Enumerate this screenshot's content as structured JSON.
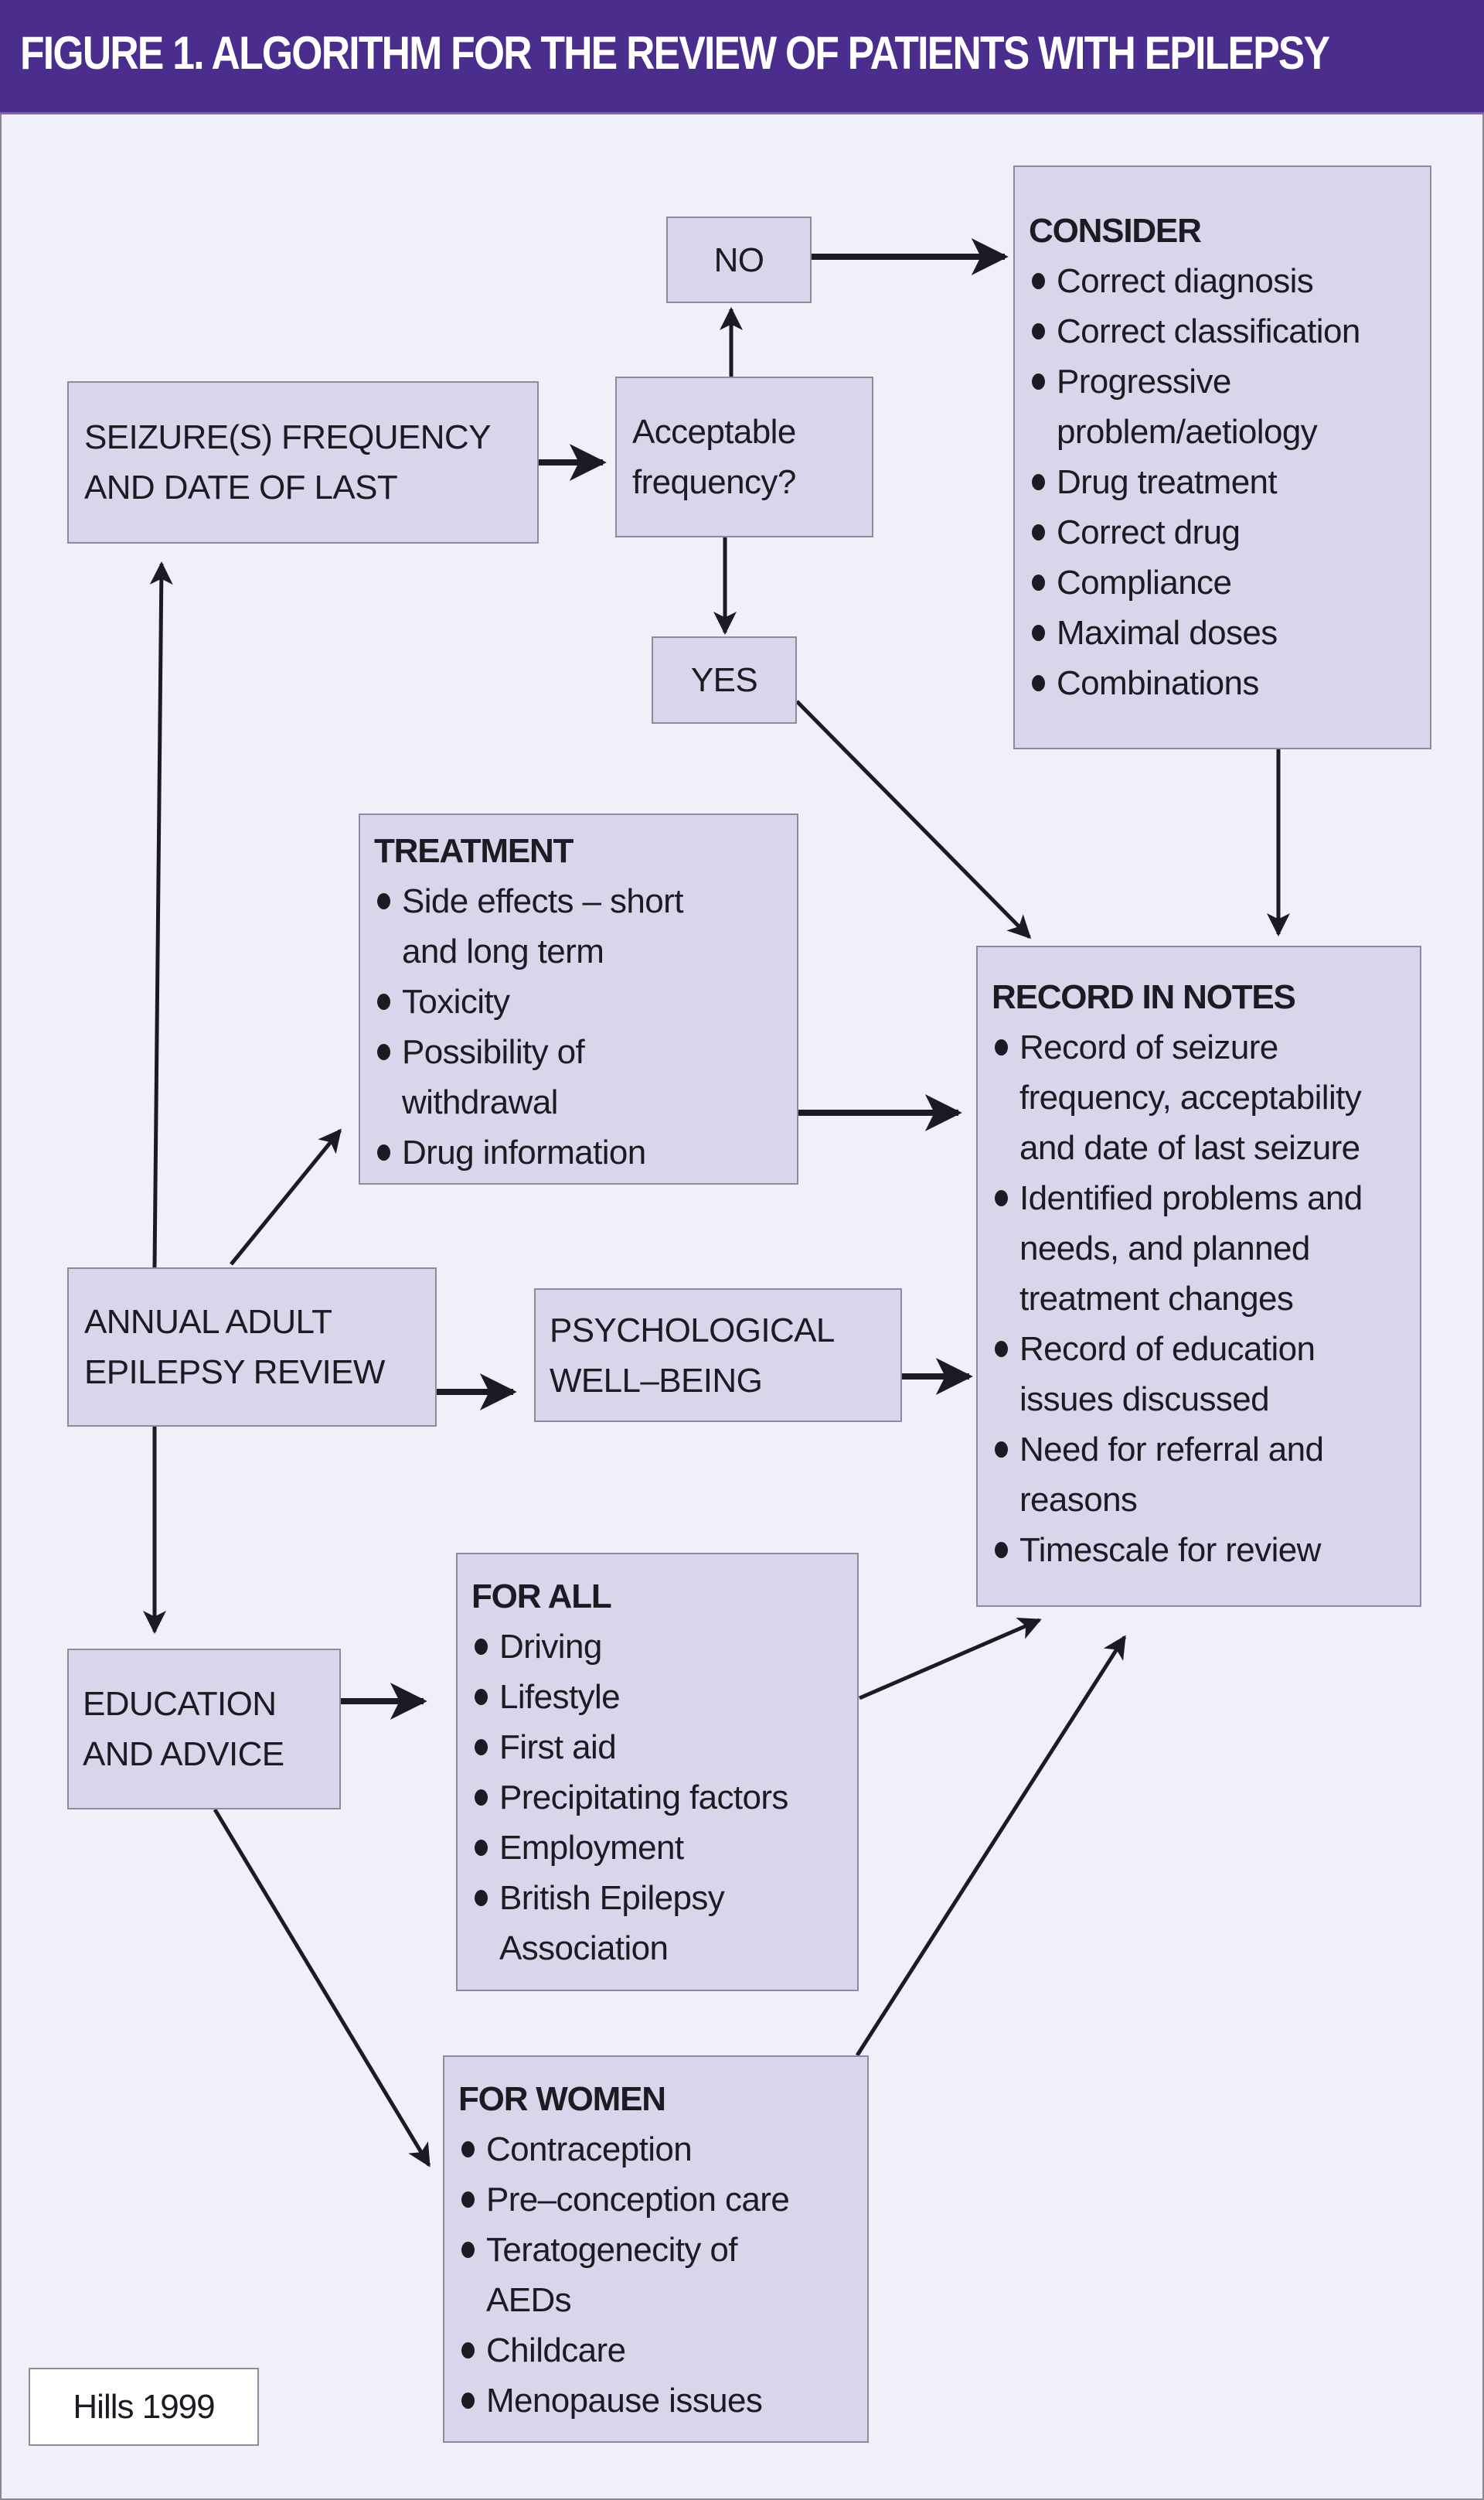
{
  "header": {
    "title": "FIGURE 1. ALGORITHM FOR THE REVIEW OF PATIENTS WITH EPILEPSY"
  },
  "colors": {
    "header_bg": "#4a2d8c",
    "box_fill": "#dad5ea",
    "background": "#f1eff8",
    "arrow": "#1c1a22"
  },
  "nodes": {
    "seizure_frequency": {
      "lines": [
        "SEIZURE(S) FREQUENCY",
        "AND DATE OF LAST"
      ]
    },
    "acceptable_frequency": {
      "lines": [
        "Acceptable",
        "frequency?"
      ]
    },
    "no": {
      "label": "NO"
    },
    "yes": {
      "label": "YES"
    },
    "consider": {
      "title": "CONSIDER",
      "items": [
        "Correct diagnosis",
        "Correct classification",
        "Progressive problem/aetiology",
        "Drug treatment",
        "Correct drug",
        "Compliance",
        "Maximal doses",
        "Combinations"
      ]
    },
    "treatment": {
      "title": "TREATMENT",
      "items": [
        "Side effects – short and long term",
        "Toxicity",
        "Possibility of withdrawal",
        "Drug information"
      ]
    },
    "record_in_notes": {
      "title": "RECORD IN NOTES",
      "items": [
        "Record of seizure frequency, acceptability and date of last seizure",
        "Identified problems and needs, and planned treatment changes",
        "Record of education issues discussed",
        "Need for referral and reasons",
        "Timescale for review"
      ]
    },
    "annual_review": {
      "lines": [
        "ANNUAL ADULT",
        "EPILEPSY REVIEW"
      ]
    },
    "psychological": {
      "lines": [
        "PSYCHOLOGICAL",
        "WELL–BEING"
      ]
    },
    "education": {
      "lines": [
        "EDUCATION",
        "AND ADVICE"
      ]
    },
    "for_all": {
      "title": "FOR ALL",
      "items": [
        "Driving",
        "Lifestyle",
        "First aid",
        "Precipitating factors",
        "Employment",
        "British Epilepsy Association"
      ]
    },
    "for_women": {
      "title": "FOR WOMEN",
      "items": [
        "Contraception",
        "Pre–conception care",
        "Teratogenecity of AEDs",
        "Childcare",
        "Menopause issues"
      ]
    }
  },
  "edges": [
    {
      "from": "seizure_frequency",
      "to": "acceptable_frequency"
    },
    {
      "from": "acceptable_frequency",
      "to": "no"
    },
    {
      "from": "no",
      "to": "consider"
    },
    {
      "from": "acceptable_frequency",
      "to": "yes"
    },
    {
      "from": "yes",
      "to": "record_in_notes"
    },
    {
      "from": "consider",
      "to": "record_in_notes"
    },
    {
      "from": "annual_review",
      "to": "seizure_frequency"
    },
    {
      "from": "annual_review",
      "to": "treatment"
    },
    {
      "from": "treatment",
      "to": "record_in_notes"
    },
    {
      "from": "annual_review",
      "to": "psychological"
    },
    {
      "from": "psychological",
      "to": "record_in_notes"
    },
    {
      "from": "annual_review",
      "to": "education"
    },
    {
      "from": "education",
      "to": "for_all"
    },
    {
      "from": "for_all",
      "to": "record_in_notes"
    },
    {
      "from": "education",
      "to": "for_women"
    },
    {
      "from": "for_women",
      "to": "record_in_notes"
    }
  ],
  "citation": "Hills 1999"
}
